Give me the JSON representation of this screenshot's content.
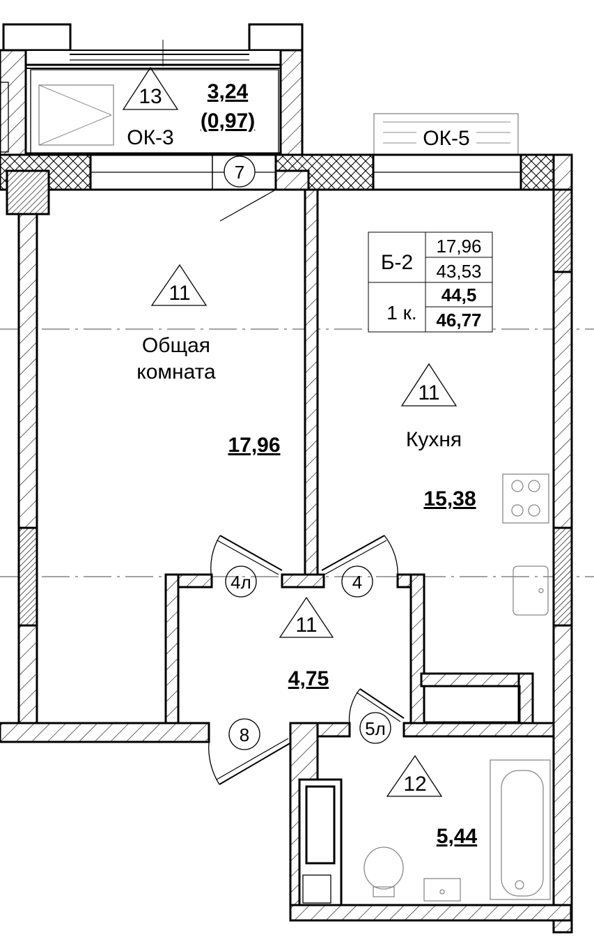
{
  "rooms": {
    "living": {
      "name_line1": "Общая",
      "name_line2": "комната",
      "area": "17,96",
      "finish": "11"
    },
    "kitchen": {
      "name": "Кухня",
      "area": "15,38",
      "finish": "11"
    },
    "hall": {
      "area": "4,75",
      "finish": "11"
    },
    "bathroom": {
      "area": "5,44",
      "finish": "12"
    },
    "balcony": {
      "area": "3,24",
      "area_reduced": "(0,97)",
      "finish": "13"
    }
  },
  "windows": {
    "ok3": "ОК-3",
    "ok5": "ОК-5"
  },
  "doors": {
    "d7": "7",
    "d4l": "4л",
    "d4": "4",
    "d8": "8",
    "d5l": "5л"
  },
  "apartment": {
    "type": "Б-2",
    "rooms": "1 к.",
    "living_area": "17,96",
    "area_total_living": "43,53",
    "area_total": "44,5",
    "area_with_balcony": "46,77"
  }
}
